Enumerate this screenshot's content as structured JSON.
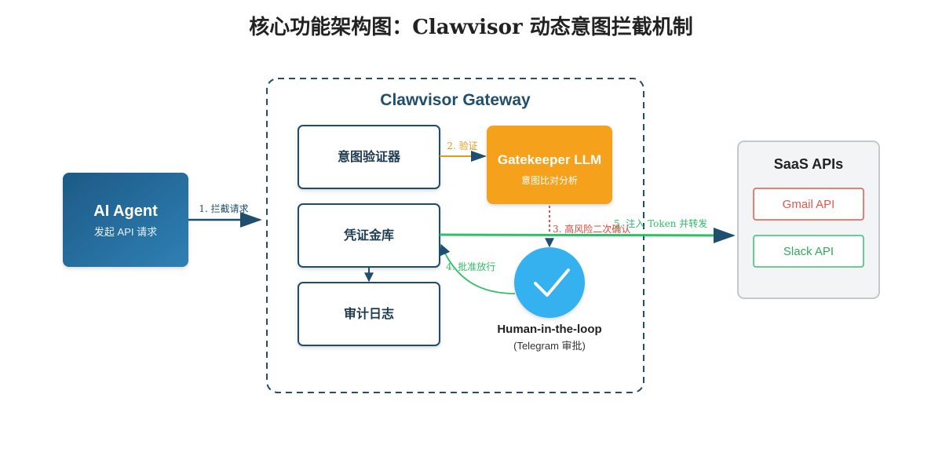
{
  "title": "核心功能架构图：Clawvisor 动态意图拦截机制",
  "gateway": {
    "title": "Clawvisor Gateway",
    "intent_validator": "意图验证器",
    "credential_vault": "凭证金库",
    "audit_log": "审计日志"
  },
  "agent": {
    "title": "AI Agent",
    "subtitle": "发起 API 请求"
  },
  "gatekeeper": {
    "title": "Gatekeeper LLM",
    "subtitle": "意图比对分析"
  },
  "human": {
    "title": "Human-in-the-loop",
    "subtitle": "(Telegram 审批)"
  },
  "saas": {
    "title": "SaaS APIs",
    "gmail": "Gmail API",
    "slack": "Slack API"
  },
  "edges": {
    "intercept": "1. 拦截请求",
    "verify": "2. 验证",
    "high_risk": "3. 高风险二次确认",
    "approve": "4. 批准放行",
    "inject": "5. 注入 Token 并转发"
  },
  "colors": {
    "agent_gradient_start": "#1d5a86",
    "agent_gradient_end": "#2f80b5",
    "gateway_border": "#1f4e6e",
    "gatekeeper_fill": "#f5a11e",
    "human_fill": "#34b1f0",
    "saas_fill": "#f3f4f5",
    "gmail_border": "#e0584c",
    "slack_border": "#3dbd72",
    "arrow_dark": "#1f4e6e",
    "arrow_orange": "#e59a1c",
    "arrow_red": "#d9443a",
    "arrow_green": "#2fbf68"
  }
}
